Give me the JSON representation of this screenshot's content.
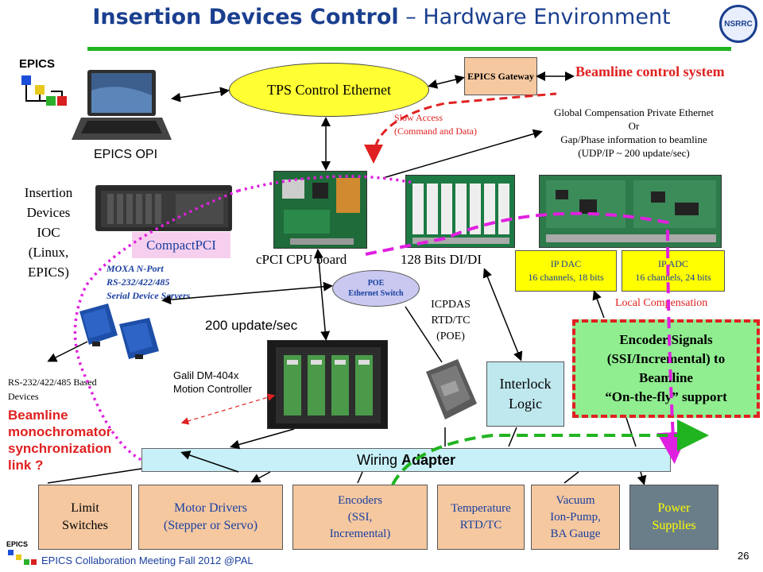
{
  "title": {
    "part1": "Insertion Devices Control",
    "dash": " – ",
    "part2": "Hardware Environment"
  },
  "logos": {
    "epics": "EPICS",
    "nsrrc": "NSRRC",
    "epics_small": "EPICS"
  },
  "nodes": {
    "tps_ethernet": "TPS Control Ethernet",
    "epics_gateway": "EPICS Gateway",
    "beamline_control": "Beamline control system",
    "epics_opi": "EPICS OPI",
    "slow_access": "Slow Access\n(Command and Data)",
    "global_comp": "Global Compensation Private Ethernet\nOr\nGap/Phase information to beamline\n(UDP/IP ~ 200 update/sec)",
    "ioc_label": "Insertion\nDevices\nIOC\n(Linux,\nEPICS)",
    "compactpci": "CompactPCI",
    "cpu_board": "cPCI CPU board",
    "dio": "128 Bits DI/DI",
    "ip_dac": "IP DAC\n16 channels, 18 bits",
    "ip_adc": "IP ADC\n16 channels, 24 bits",
    "moxa": "MOXA N-Port\nRS-232/422/485\nSerial Device Servers",
    "poe_switch": "POE\nEthernet Switch",
    "local_comp": "Local Compensation",
    "icpdas": "ICPDAS\nRTD/TC\n(POE)",
    "update_rate": "200 update/sec",
    "encoder_signals": "Encoder Signals\n(SSI/Incremental) to\nBeamline\n“On-the-fly” support",
    "rs232_devices": "RS-232/422/485 Based\nDevices",
    "galil": "Galil DM-404x\nMotion Controller",
    "interlock": "Interlock\nLogic",
    "mono_link": "Beamline\nmonochromator\nsynchronization\nlink ?",
    "wiring_prefix": "Wiring ",
    "wiring_adapter": "Adapter"
  },
  "bottom_boxes": [
    {
      "label": "Limit\nSwitches",
      "color": "#000000"
    },
    {
      "label": "Motor Drivers\n(Stepper or Servo)",
      "color": "#1a3f9f"
    },
    {
      "label": "Encoders\n(SSI,\nIncremental)",
      "color": "#1a3f9f"
    },
    {
      "label": "Temperature\nRTD/TC",
      "color": "#1a3f9f"
    },
    {
      "label": "Vacuum\nIon-Pump,\nBA Gauge",
      "color": "#1a3f9f"
    },
    {
      "label": "Power\nSupplies",
      "color": "#ffff00"
    }
  ],
  "footer": {
    "meeting": "EPICS Collaboration Meeting Fall 2012 @PAL",
    "page": "26"
  },
  "colors": {
    "title": "#1a3f8f",
    "accent_green": "#21b421",
    "red": "#e02020",
    "magenta": "#e020e0",
    "yellow": "#ffff00",
    "tan": "#f5c8a0",
    "light_green": "#90ee90",
    "cyan_box": "#bfe8ee"
  }
}
